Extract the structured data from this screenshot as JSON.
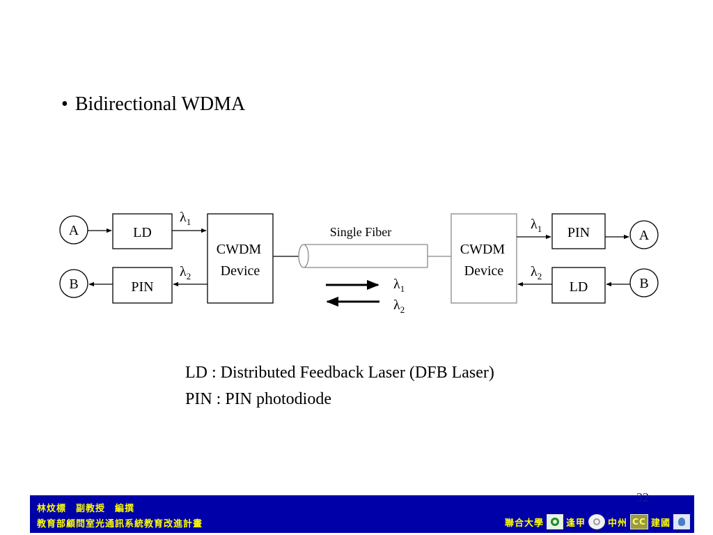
{
  "slide": {
    "bullet_symbol": "•",
    "title": "Bidirectional WDMA"
  },
  "diagram": {
    "left": {
      "node_a": "A",
      "node_b": "B",
      "ld_label": "LD",
      "pin_label": "PIN",
      "cwdm_line1": "CWDM",
      "cwdm_line2": "Device",
      "lambda1": {
        "symbol": "λ",
        "sub": "1"
      },
      "lambda2": {
        "symbol": "λ",
        "sub": "2"
      }
    },
    "fiber_label": "Single Fiber",
    "direction_legend": {
      "lambda1": {
        "symbol": "λ",
        "sub": "1"
      },
      "lambda2": {
        "symbol": "λ",
        "sub": "2"
      }
    },
    "right": {
      "node_a": "A",
      "node_b": "B",
      "pin_label": "PIN",
      "ld_label": "LD",
      "cwdm_line1": "CWDM",
      "cwdm_line2": "Device",
      "lambda1": {
        "symbol": "λ",
        "sub": "1"
      },
      "lambda2": {
        "symbol": "λ",
        "sub": "2"
      }
    }
  },
  "legend": {
    "ld_definition": "LD : Distributed Feedback Laser (DFB Laser)",
    "pin_definition": "PIN : PIN photodiode"
  },
  "page_number": "32",
  "footer": {
    "author": "林炆標　副教授　編撰",
    "program": "教育部顧問室光通訊系統教育改進計畫",
    "univ_label": "聯合大學",
    "fengchia": "逢甲",
    "chungchou": "中州",
    "cc_logo_text": "CC",
    "chienkuo": "建國",
    "colors": {
      "background": "#0000a8",
      "text": "#ffff00"
    },
    "logos": [
      "green-logo-icon",
      "seal-logo-icon",
      "cc-logo-icon",
      "blue-logo-icon"
    ]
  }
}
